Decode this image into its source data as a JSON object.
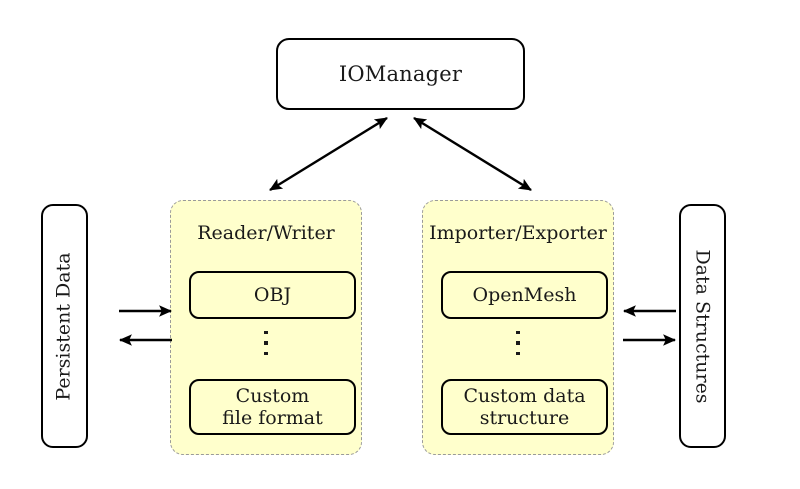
{
  "diagram": {
    "title_node": {
      "label": "IOManager"
    },
    "left_endpoint": {
      "label": "Persistent Data"
    },
    "right_endpoint": {
      "label": "Data Structures"
    },
    "groups": [
      {
        "id": "reader-writer",
        "title": "Reader/Writer",
        "items": [
          {
            "label": "OBJ"
          },
          {
            "label": "Custom\nfile format",
            "line1": "Custom",
            "line2": "file format"
          }
        ],
        "ellipsis": "⋮"
      },
      {
        "id": "importer-exporter",
        "title": "Importer/Exporter",
        "items": [
          {
            "label": "OpenMesh"
          },
          {
            "label": "Custom data\nstructure",
            "line1": "Custom data",
            "line2": "structure"
          }
        ],
        "ellipsis": "⋮"
      }
    ],
    "connections": [
      {
        "name": "iomanager-reader-writer",
        "type": "bidirectional-diagonal"
      },
      {
        "name": "iomanager-importer-exporter",
        "type": "bidirectional-diagonal"
      },
      {
        "name": "persistent-data-to-reader-writer",
        "type": "single-right"
      },
      {
        "name": "reader-writer-to-persistent-data",
        "type": "single-left"
      },
      {
        "name": "data-structures-to-importer-exporter",
        "type": "single-left"
      },
      {
        "name": "importer-exporter-to-data-structures",
        "type": "single-right"
      }
    ],
    "colors": {
      "group_fill": "#FFFFCC",
      "group_border": "#9A9A9A",
      "node_border": "#000000",
      "text": "#1A1A1A",
      "background": "#FFFFFF"
    }
  }
}
